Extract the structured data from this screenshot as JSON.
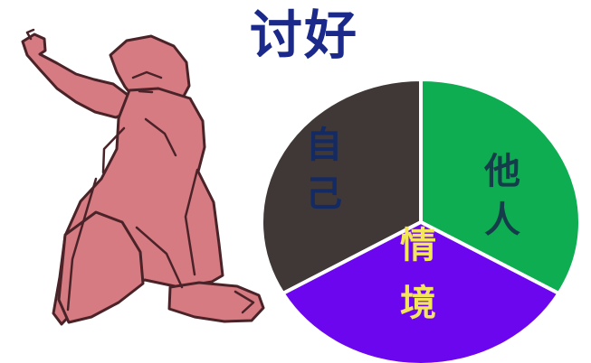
{
  "title": "讨好",
  "pie": {
    "segments": [
      {
        "label_chars": [
          "自",
          "己"
        ],
        "color": "#3f3837",
        "text_color": "#142a63"
      },
      {
        "label_chars": [
          "他",
          "人"
        ],
        "color": "#0fad51",
        "text_color": "#143c4a"
      },
      {
        "label_chars": [
          "情",
          "境"
        ],
        "color": "#6b06ee",
        "text_color": "#f4e65a"
      }
    ],
    "divider_color": "#ffffff"
  },
  "figure": {
    "skin_color": "#d77b83",
    "outline_color": "#4a2328"
  }
}
